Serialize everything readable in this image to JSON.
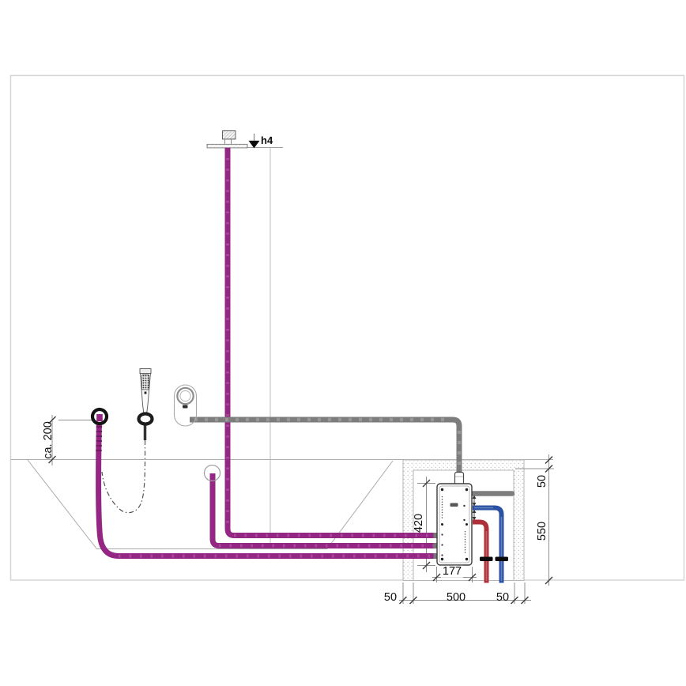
{
  "drawing": {
    "labels": {
      "height_marker": "h4",
      "hose_outlet_height": "ca. 200",
      "unit_height": "420",
      "unit_width": "177",
      "niche_top_offset": "50",
      "niche_height": "550",
      "niche_left_offset": "50",
      "niche_width": "500",
      "niche_right_offset": "50"
    },
    "colors": {
      "supply_pipe_purple": "#952784",
      "hose_pipe_gray": "#7d7d7d",
      "hot_water_red": "#ac3138",
      "cold_water_blue": "#2b52a2",
      "valve_black": "#0a0a0a",
      "construction_line": "#ababab",
      "frame": "#d5d5d5"
    },
    "components": [
      "overhead-shower",
      "hand-shower",
      "hand-shower-holder-ring",
      "porter-outlet-unit",
      "wall-hose-outlet",
      "spout-outlet-circle",
      "concealed-basic-unit",
      "shutoff-valve-hot",
      "shutoff-valve-cold",
      "bathtub-outline",
      "installation-niche"
    ]
  }
}
